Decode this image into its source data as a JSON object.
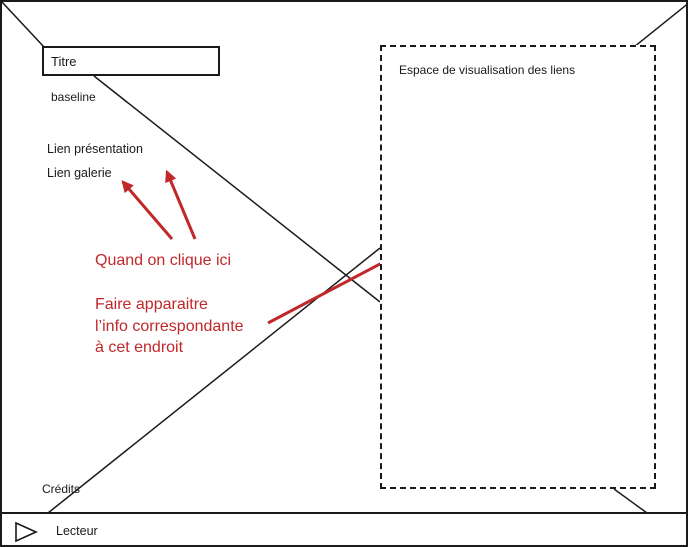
{
  "header": {
    "title": "Titre",
    "baseline": "baseline"
  },
  "nav": {
    "items": [
      {
        "label": "Lien présentation"
      },
      {
        "label": "Lien galerie"
      }
    ]
  },
  "viewer": {
    "label": "Espace de visualisation des liens"
  },
  "annotations": {
    "click_note": "Quand on clique ici",
    "display_note_lines": [
      "Faire apparaitre",
      "l’info correspondante",
      "à cet endroit"
    ],
    "arrow_color": "#c0282a"
  },
  "footer": {
    "credits": "Crédits"
  },
  "player": {
    "label": "Lecteur",
    "icon": "play-icon"
  }
}
